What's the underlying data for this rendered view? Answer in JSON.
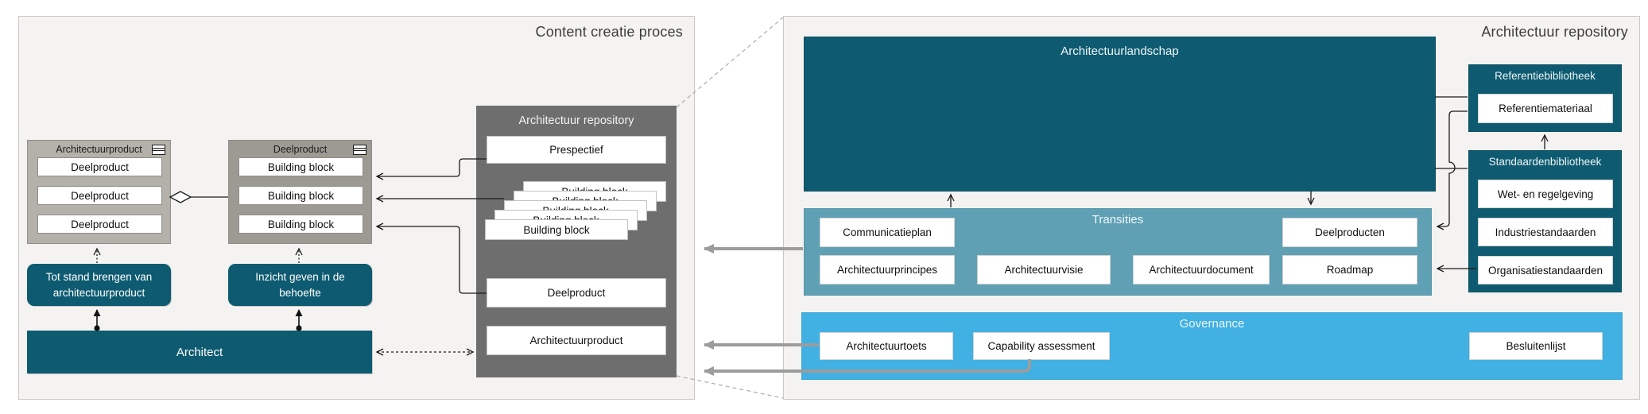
{
  "left_panel": {
    "title": "Content creatie proces",
    "architectuurproduct_class": {
      "title": "Architectuurproduct",
      "rows": [
        "Deelproduct",
        "Deelproduct",
        "Deelproduct"
      ]
    },
    "deelproduct_class": {
      "title": "Deelproduct",
      "rows": [
        "Building block",
        "Building block",
        "Building block"
      ]
    },
    "activity_create": "Tot stand brengen van architectuurproduct",
    "activity_insight": "Inzicht geven in de behoefte",
    "architect": "Architect",
    "repository": {
      "title": "Architectuur repository",
      "prespectief": "Prespectief",
      "building_block": "Building block",
      "deelproduct": "Deelproduct",
      "architectuurproduct": "Architectuurproduct"
    }
  },
  "right_panel": {
    "title": "Architectuur repository",
    "landschap": "Architectuurlandschap",
    "transities": {
      "title": "Transities",
      "items": [
        "Communicatieplan",
        "Deelproducten",
        "Architectuurprincipes",
        "Architectuurvisie",
        "Architectuurdocument",
        "Roadmap"
      ]
    },
    "governance": {
      "title": "Governance",
      "items": [
        "Architectuurtoets",
        "Capability assessment",
        "Besluitenlijst"
      ]
    },
    "referentiebibliotheek": {
      "title": "Referentiebibliotheek",
      "items": [
        "Referentiemateriaal"
      ]
    },
    "standaardenbibliotheek": {
      "title": "Standaardenbibliotheek",
      "items": [
        "Wet- en regelgeving",
        "Industriestandaarden",
        "Organisatiestandaarden"
      ]
    }
  },
  "colors": {
    "dark_teal": "#0e5b71",
    "transities_blue": "#5fa0b4",
    "governance_blue": "#41b0e3",
    "repository_gray": "#6f6e6e",
    "class_light_gray": "#b4b1ab",
    "class_mid_gray": "#9d9a93",
    "panel_background": "#f4f3f1"
  }
}
